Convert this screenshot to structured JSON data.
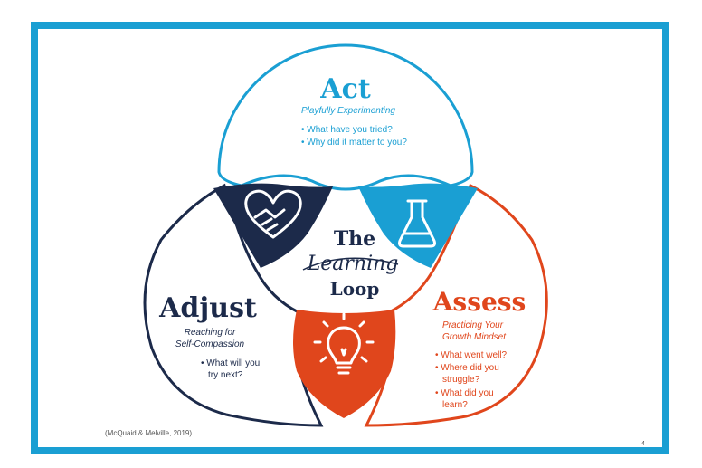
{
  "colors": {
    "frame": "#1a9fd3",
    "act": "#1a9fd3",
    "adjust": "#1c2a4a",
    "assess": "#e0461c",
    "text_dark": "#1c2a4a"
  },
  "act": {
    "title": "Act",
    "subtitle": "Playfully Experimenting",
    "bullets": [
      "• What have you tried?",
      "• Why did it matter to you?"
    ]
  },
  "adjust": {
    "title": "Adjust",
    "subtitle_lines": [
      "Reaching for",
      "Self-Compassion"
    ],
    "bullets": [
      "• What will you",
      "try next?"
    ]
  },
  "assess": {
    "title": "Assess",
    "subtitle_lines": [
      "Practicing Your",
      "Growth Mindset"
    ],
    "bullets": [
      "• What went well?",
      "• Where did you",
      "struggle?",
      "• What did you",
      "learn?"
    ]
  },
  "center": {
    "line1": "The",
    "line2": "Learning",
    "line3": "Loop"
  },
  "icons": [
    "heart-hands-icon",
    "flask-icon",
    "lightbulb-icon"
  ],
  "citation": "(McQuaid & Melville, 2019)",
  "page_number": "4"
}
